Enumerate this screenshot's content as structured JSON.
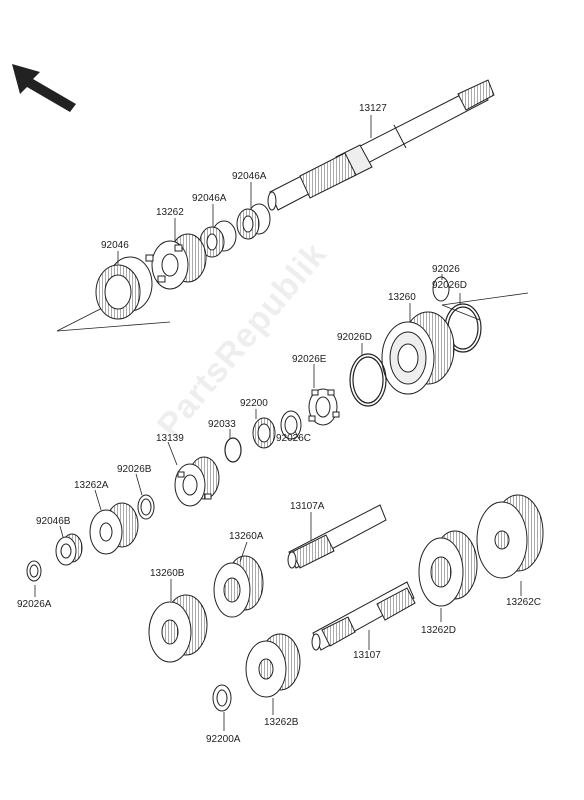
{
  "watermark": "PartsRepublik",
  "colors": {
    "line": "#222222",
    "fill": "#ffffff",
    "shade": "#cfcfcf",
    "dark": "#8a8a8a"
  },
  "labels": {
    "p13127": "13127",
    "p92046A_top": "92046A",
    "p13262": "13262",
    "p92046A_mid": "92046A",
    "p92046": "92046",
    "p92026": "92026",
    "p13260": "13260",
    "p92026D_right": "92026D",
    "p92026D": "92026D",
    "p92026E": "92026E",
    "p92200": "92200",
    "p92033": "92033",
    "p13139": "13139",
    "p92026C": "92026C",
    "p92026B": "92026B",
    "p13262A": "13262A",
    "p92046B": "92046B",
    "p92026A": "92026A",
    "p13107A": "13107A",
    "p13260A": "13260A",
    "p13260B": "13260B",
    "p13262D": "13262D",
    "p13262C": "13262C",
    "p13107": "13107",
    "p13262B": "13262B",
    "p92200A": "92200A"
  },
  "icons": {
    "direction": "front-arrow-icon"
  }
}
